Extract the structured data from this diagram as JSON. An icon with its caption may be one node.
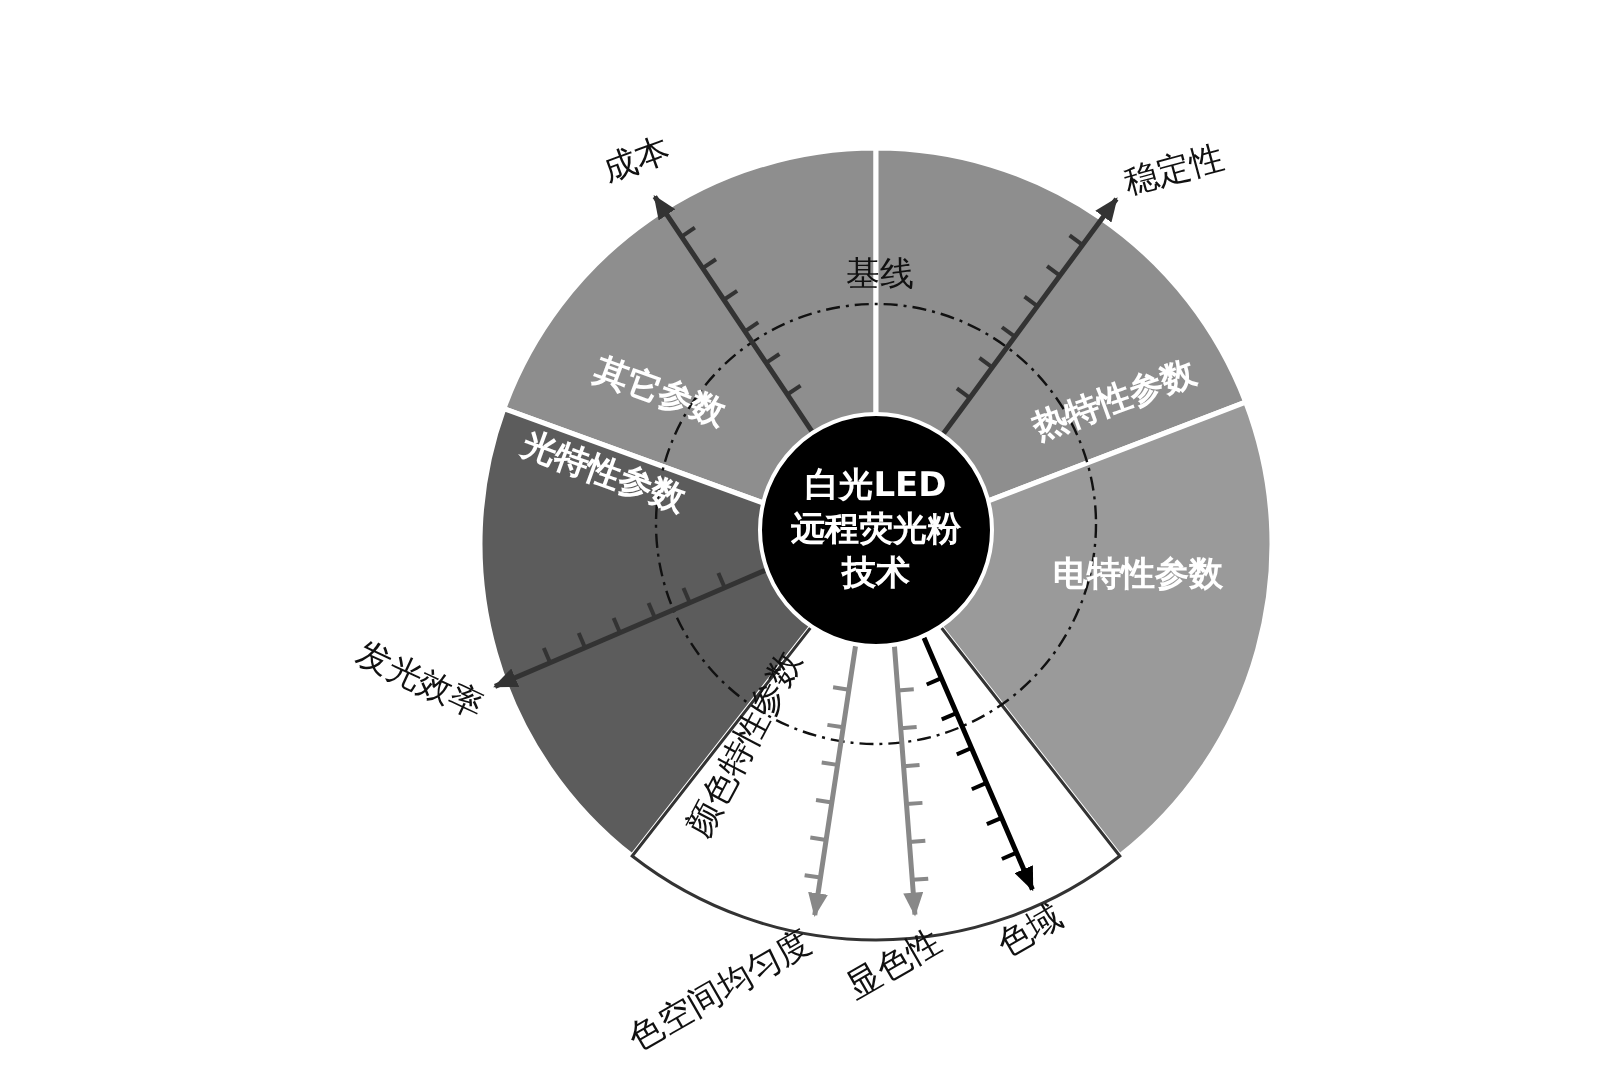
{
  "diagram": {
    "nodes": [
      {
        "text": [
          "成本"
        ]
      },
      {
        "text": [
          "稳定性"
        ]
      },
      {
        "text": [
          "其它参数"
        ]
      },
      {
        "text": [
          "热特性参数"
        ]
      },
      {
        "text": [
          "光特性参数"
        ]
      },
      {
        "text": [
          "白光LED远程荧光粉技术"
        ]
      },
      {
        "text": [
          "电特性参数"
        ]
      },
      {
        "text": [
          "发光效率"
        ]
      },
      {
        "text": [
          "颜色特性参数"
        ]
      },
      {
        "text": [
          "色空间均匀度"
        ]
      },
      {
        "text": [
          "显色性"
        ]
      },
      {
        "text": [
          "色域"
        ]
      }
    ],
    "edges": [
      {
        "from": 5,
        "to": 0,
        "arrow": "to"
      },
      {
        "from": 5,
        "to": 1,
        "arrow": "to"
      },
      {
        "from": 5,
        "to": 7,
        "arrow": "to"
      },
      {
        "from": 5,
        "to": 9,
        "arrow": "to",
        "color": "#888888"
      },
      {
        "from": 5,
        "to": 10,
        "arrow": "to",
        "color": "#888888"
      },
      {
        "from": 5,
        "to": 11,
        "arrow": "to",
        "color": "#000000"
      }
    ],
    "labels": [
      "基线"
    ]
  }
}
